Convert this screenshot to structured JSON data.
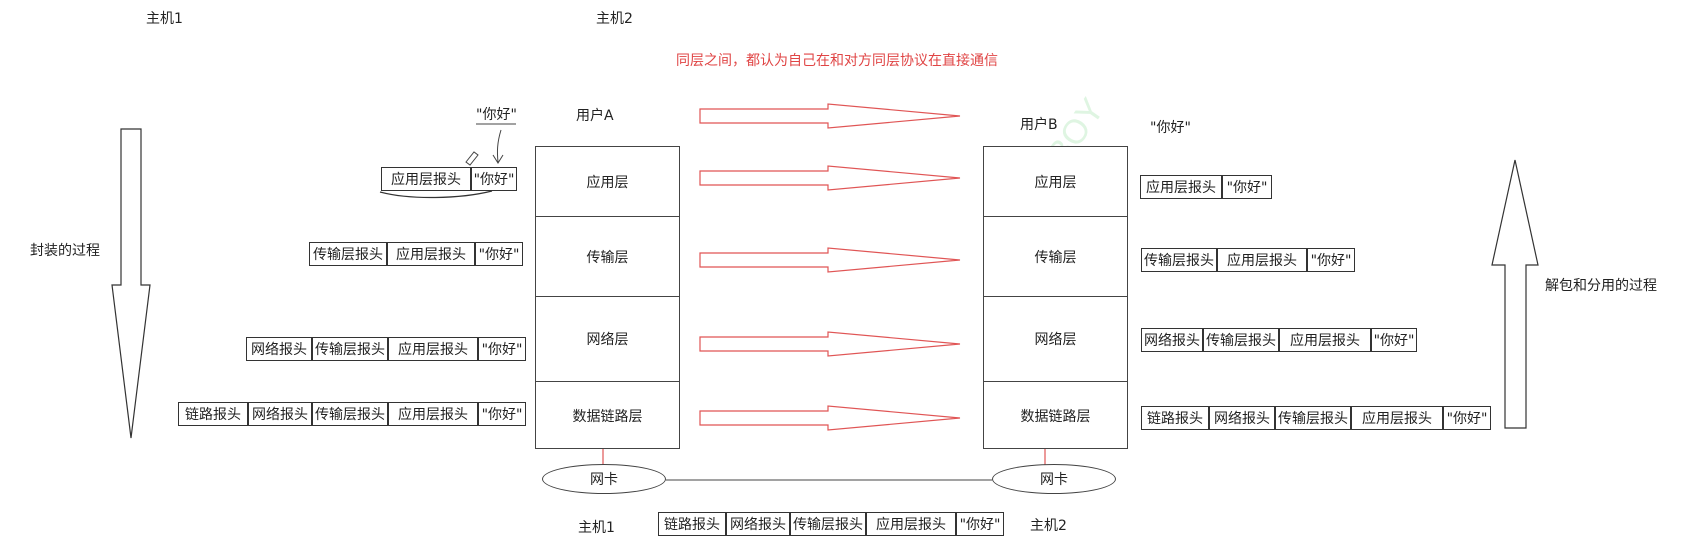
{
  "top_labels": {
    "host1": "主机1",
    "host2": "主机2"
  },
  "peer_note": "同层之间，都认为自己在和对方同层协议在直接通信",
  "left": {
    "user": "用户A",
    "message": "\"你好\"",
    "process_label": "封装的过程",
    "layers": [
      "应用层",
      "传输层",
      "网络层",
      "数据链路层"
    ]
  },
  "right": {
    "user": "用户B",
    "message": "\"你好\"",
    "process_label": "解包和分用的过程",
    "layers": [
      "应用层",
      "传输层",
      "网络层",
      "数据链路层"
    ]
  },
  "headers": {
    "link": "链路报头",
    "network": "网络报头",
    "transport": "传输层报头",
    "application": "应用层报头",
    "payload": "\"你好\""
  },
  "nic": {
    "label": "网卡"
  },
  "bottom_labels": {
    "host1": "主机1",
    "host2": "主机2"
  }
}
